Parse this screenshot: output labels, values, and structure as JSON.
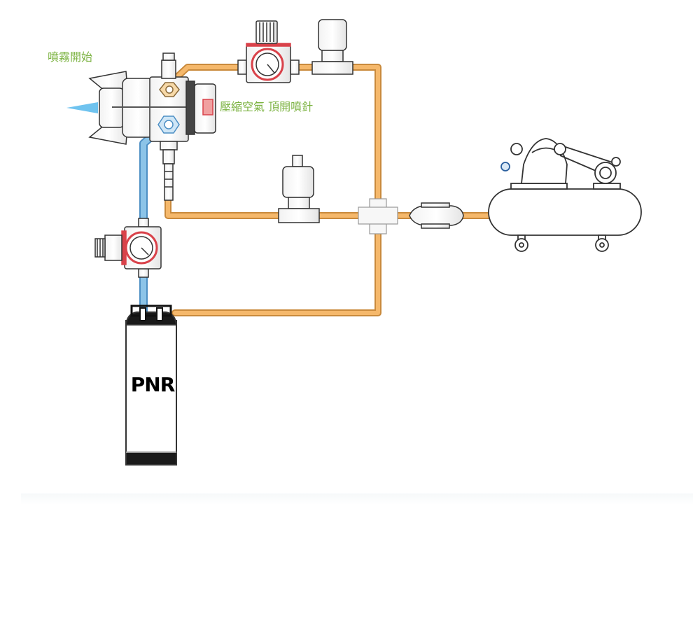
{
  "labels": {
    "spray_start": "噴霧開始",
    "compressed_air": "壓縮空氣 頂開噴針",
    "tank": "PNR"
  },
  "colors": {
    "air_hose": "#f5b86b",
    "air_hose_edge": "#c98a3c",
    "liquid_hose": "#8cc4e8",
    "liquid_hose_edge": "#4d8fc4",
    "label_green": "#7cb342",
    "gauge_red": "#d9424a",
    "spray_blue": "#6fc3ef",
    "outline": "#333333"
  },
  "icons": [
    "spray-gun-icon",
    "air-regulator-icon",
    "solenoid-valve-icon",
    "cross-fitting-icon",
    "inline-filter-icon",
    "air-compressor-icon",
    "liquid-regulator-icon",
    "pressure-tank-icon"
  ]
}
